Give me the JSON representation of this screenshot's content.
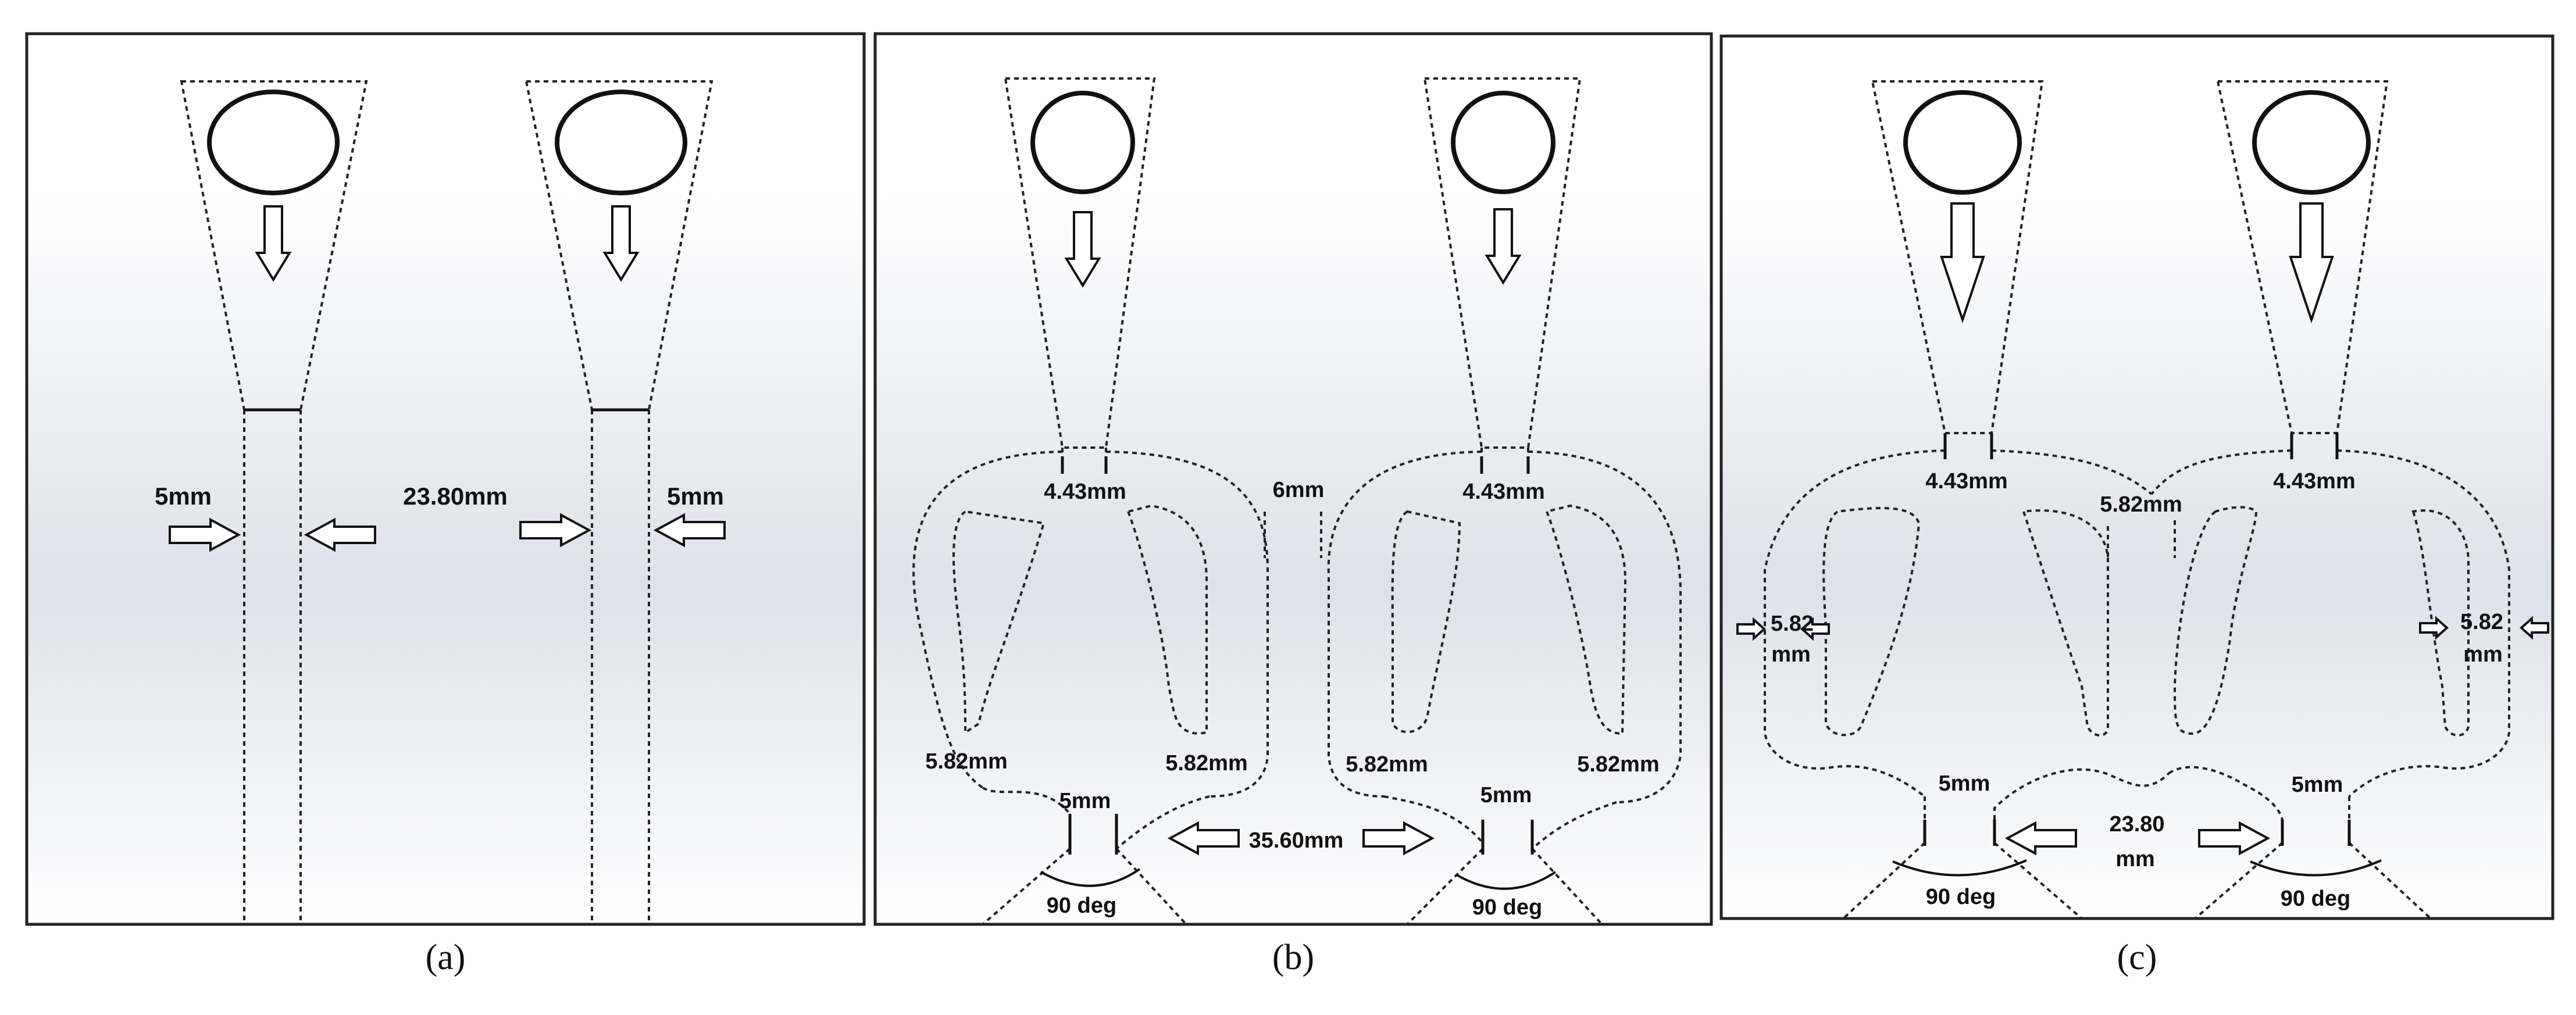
{
  "panels": [
    {
      "caption": "(a)",
      "labels": {
        "width_left": "5mm",
        "spacing": "23.80mm",
        "width_right": "5mm"
      }
    },
    {
      "caption": "(b)",
      "labels": {
        "neck_left": "4.43mm",
        "neck_right": "4.43mm",
        "gap": "6mm",
        "w1": "5.82mm",
        "w2": "5.82mm",
        "w3": "5.82mm",
        "w4": "5.82mm",
        "outlet_left": "5mm",
        "outlet_right": "5mm",
        "spacing": "35.60mm",
        "angle_left": "90 deg",
        "angle_right": "90 deg"
      }
    },
    {
      "caption": "(c)",
      "labels": {
        "neck_left": "4.43mm",
        "neck_right": "4.43mm",
        "gap": "5.82mm",
        "side_left_1": "5.82",
        "side_left_2": "mm",
        "side_right_1": "5.82",
        "side_right_2": "mm",
        "outlet_left": "5mm",
        "outlet_right": "5mm",
        "spacing_1": "23.80",
        "spacing_2": "mm",
        "angle_left": "90 deg",
        "angle_right": "90 deg"
      }
    }
  ]
}
